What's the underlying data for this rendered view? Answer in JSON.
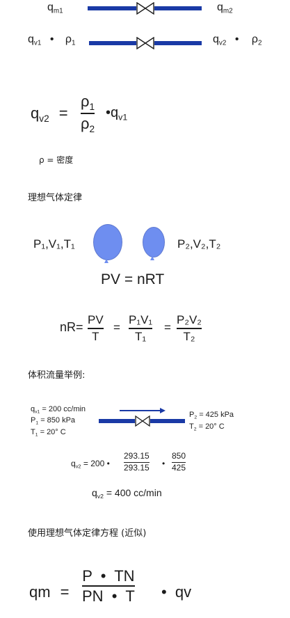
{
  "diagram1": {
    "q": "q",
    "m1": "m1",
    "m2": "m2"
  },
  "diagram2": {
    "left_q": "q",
    "left_q_sub": "v1",
    "bullet": "•",
    "rho": "ρ",
    "rho_sub": "1",
    "right_q": "q",
    "right_q_sub": "v2",
    "right_rho": "ρ",
    "right_rho_sub": "2"
  },
  "formula1": {
    "lhs_q": "q",
    "lhs_sub": "v2",
    "equals": "=",
    "num": "ρ",
    "num_sub": "1",
    "den": "ρ",
    "den_sub": "2",
    "tail": "•q",
    "tail_sub": "v1"
  },
  "density_note": "ρ = 密度",
  "section_ideal_gas": "理想气体定律",
  "balloons": {
    "left_label": "P₁,V₁,T₁",
    "right_label": "P₂,V₂,T₂",
    "law": "PV = nRT"
  },
  "formula2": {
    "lhs": "nR=",
    "f1_num": "PV",
    "f1_den": "T",
    "eq": "=",
    "f2_num": "P₁V₁",
    "f2_den": "T₁",
    "f3_num": "P₂V₂",
    "f3_den": "T₂"
  },
  "section_example": "体积流量举例:",
  "example": {
    "qv1": "q",
    "qv1_sub": "v1",
    "qv1_val": " = 200 cc/min",
    "p1": "P",
    "p1_sub": "1",
    "p1_val": " = 850 kPa",
    "t1": "T",
    "t1_sub": "1",
    "t1_val": " = 20°  C",
    "p2": "P",
    "p2_sub": "2",
    "p2_val": " = 425 kPa",
    "t2": "T",
    "t2_sub": "2",
    "t2_val": " = 20°  C",
    "calc_q": "q",
    "calc_sub": "v2",
    "calc_eq": " = 200 •",
    "f1_num": "293.15",
    "f1_den": "293.15",
    "dot": "•",
    "f2_num": "850",
    "f2_den": "425",
    "result_q": "q",
    "result_sub": "v2",
    "result_val": " = 400 cc/min"
  },
  "section_approx": "使用理想气体定律方程 (近似)",
  "formula3": {
    "lhs": "qm",
    "eq": "=",
    "num": "P  •  TN",
    "den": "PN  •  T",
    "tail": "•  qv"
  },
  "colors": {
    "pipe": "#1a3aa6",
    "balloon": "#6e8ef0",
    "text": "#1c1c1c"
  }
}
